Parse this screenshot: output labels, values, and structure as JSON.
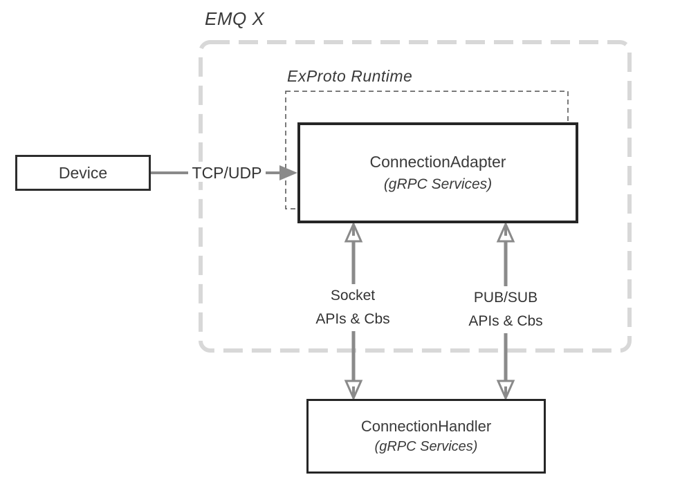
{
  "diagram": {
    "title": "EMQ X",
    "runtime_label": "ExProto Runtime",
    "nodes": {
      "device": {
        "label": "Device"
      },
      "adapter": {
        "label": "ConnectionAdapter",
        "sublabel": "(gRPC Services)"
      },
      "handler": {
        "label": "ConnectionHandler",
        "sublabel": "(gRPC Services)"
      }
    },
    "edges": {
      "tcp_udp": {
        "label": "TCP/UDP"
      },
      "socket": {
        "line1": "Socket",
        "line2": "APIs & Cbs"
      },
      "pubsub": {
        "line1": "PUB/SUB",
        "line2": "APIs & Cbs"
      }
    },
    "colors": {
      "container_dash": "#d8d8d8",
      "runtime_dash": "#4f4f4f",
      "arrow_gray": "#8a8a8a",
      "border_dark": "#2d2d2d",
      "text": "#3a3a3a",
      "white": "#ffffff"
    }
  }
}
